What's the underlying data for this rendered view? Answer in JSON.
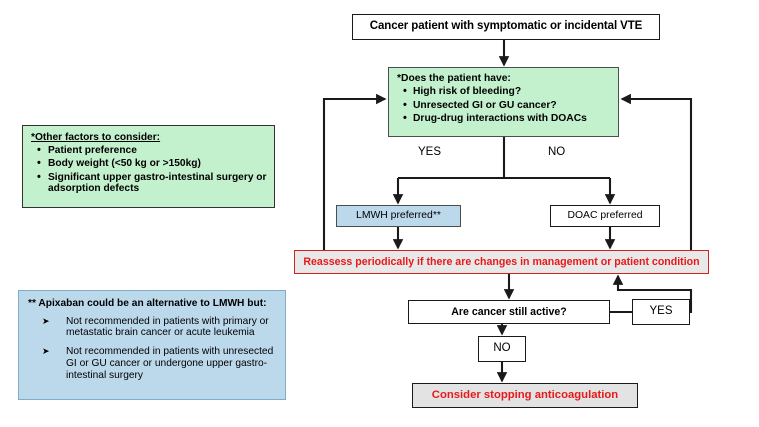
{
  "diagram": {
    "title_box": {
      "text": "Cancer patient with symptomatic or incidental VTE"
    },
    "decision_box": {
      "heading": "*Does the patient have:",
      "items": [
        "High risk of bleeding?",
        "Unresected GI or GU cancer?",
        "Drug-drug interactions with DOACs"
      ]
    },
    "other_factors_box": {
      "heading": "*Other factors to consider:",
      "items": [
        "Patient preference",
        "Body weight (<50 kg or >150kg)",
        "Significant upper gastro-intestinal surgery or adsorption defects"
      ]
    },
    "branch_labels": {
      "yes": "YES",
      "no": "NO"
    },
    "lmwh_box": {
      "text": "LMWH preferred**"
    },
    "doac_box": {
      "text": "DOAC preferred"
    },
    "reassess_box": {
      "text": "Reassess periodically if there are changes in management or patient condition"
    },
    "active_box": {
      "text": "Are cancer still active?"
    },
    "yes_box_2": {
      "text": "YES"
    },
    "no_box_2": {
      "text": "NO"
    },
    "stop_box": {
      "text": "Consider stopping anticoagulation"
    },
    "apixaban_box": {
      "heading": "** Apixaban could be an alternative to LMWH but:",
      "items": [
        "Not recommended in patients with primary or metastatic brain cancer or acute leukemia",
        "Not recommended in patients with unresected GI or GU cancer or undergone upper gastro-intestinal surgery"
      ]
    },
    "colors": {
      "green_fill": "#c3f0cd",
      "blue_fill": "#bcd9ec",
      "gray_fill": "#e8e8e8",
      "red_text": "#e8191a",
      "line": "#1a1a1a"
    }
  }
}
